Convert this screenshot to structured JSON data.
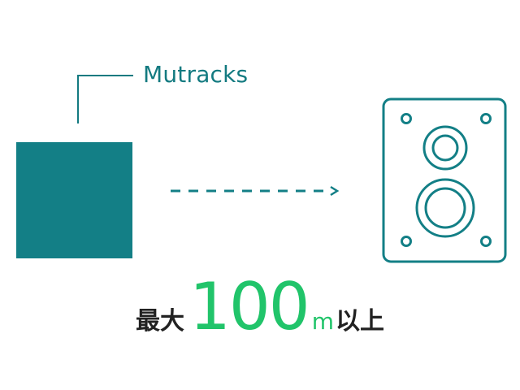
{
  "diagram": {
    "device_label": "Mutracks",
    "range": {
      "prefix": "最大",
      "number": "100",
      "unit": "m",
      "suffix": "以上"
    }
  },
  "icons": {
    "device": "square-device-icon",
    "arrow": "dashed-arrow-icon",
    "speaker": "speaker-icon"
  },
  "colors": {
    "teal": "#137f86",
    "green": "#21c46a",
    "text_dark": "#222222"
  }
}
